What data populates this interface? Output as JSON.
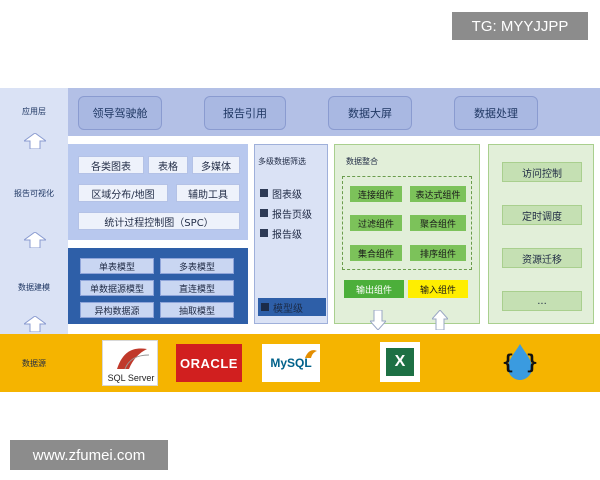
{
  "watermarks": {
    "top": "TG: MYYJJPP",
    "bottom": "www.zfumei.com"
  },
  "layers": {
    "app": "应用层",
    "report": "报告可视化",
    "modeling": "数据建模",
    "source": "数据源"
  },
  "app_items": [
    "领导驾驶舱",
    "报告引用",
    "数据大屏",
    "数据处理"
  ],
  "report_items": {
    "row1": [
      "各类图表",
      "表格",
      "多媒体"
    ],
    "row2": [
      "区域分布/地图",
      "辅助工具"
    ],
    "row3": "统计过程控制图（SPC）"
  },
  "model_items": [
    "单表模型",
    "多表模型",
    "单数据源模型",
    "直连模型",
    "异构数据源",
    "抽取模型"
  ],
  "filter": {
    "title": "多级数据筛选",
    "items": [
      "图表级",
      "报告页级",
      "报告级"
    ],
    "bottom": "模型级"
  },
  "integration": {
    "title": "数据整合",
    "items": [
      "连接组件",
      "表达式组件",
      "过滤组件",
      "聚合组件",
      "集合组件",
      "排序组件"
    ],
    "output": "输出组件",
    "input": "输入组件"
  },
  "admin_items": [
    "访问控制",
    "定时调度",
    "资源迁移",
    "..."
  ],
  "sources": {
    "sqlserver": "SQL Server",
    "oracle": "ORACLE",
    "mysql": "MySQL",
    "excel": "X",
    "json": "{ }"
  },
  "colors": {
    "app_band": "#b3c0e6",
    "report_band": "#b8c8ee",
    "modeling_band": "#2e5fa8",
    "source_band": "#f5b400",
    "label_col": "#dae2f5",
    "green_panel": "#e2efd9",
    "green_pill": "#7cc25a",
    "yellow_pill": "#ffee00"
  }
}
